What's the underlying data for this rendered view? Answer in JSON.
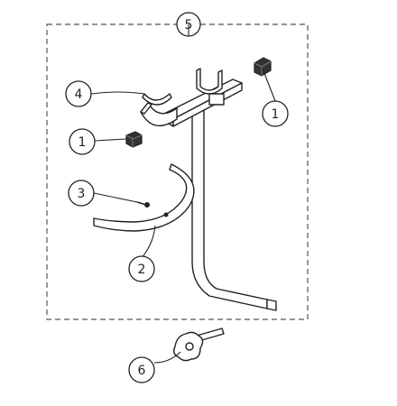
{
  "callouts": [
    {
      "id": "assembly",
      "label": "5"
    },
    {
      "id": "cap-right",
      "label": "1"
    },
    {
      "id": "cradle",
      "label": "4"
    },
    {
      "id": "cap-left",
      "label": "1"
    },
    {
      "id": "screw",
      "label": "3"
    },
    {
      "id": "strap",
      "label": "2"
    },
    {
      "id": "knob",
      "label": "6"
    }
  ],
  "colors": {
    "line": "#222222",
    "fill": "#ffffff",
    "dash": "#555555"
  }
}
